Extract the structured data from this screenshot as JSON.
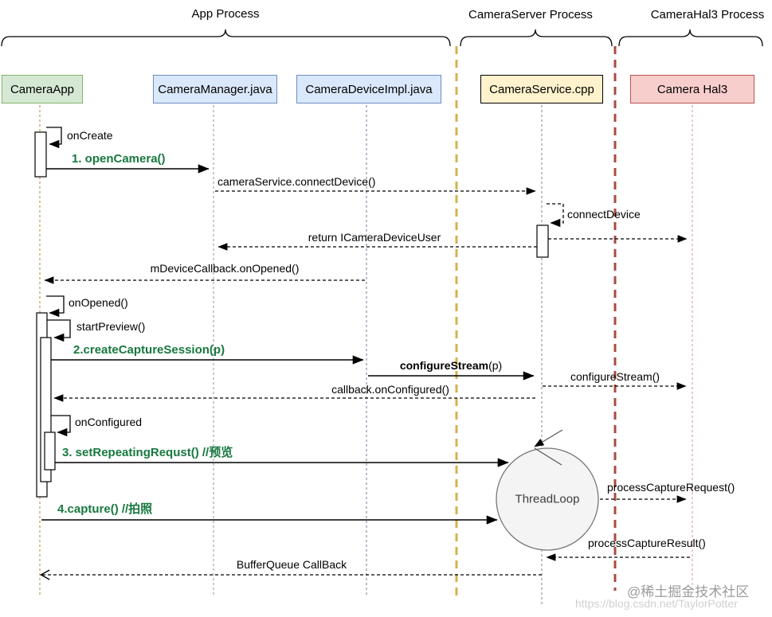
{
  "diagram": {
    "kind": "uml-sequence-diagram",
    "processes": [
      {
        "label": "App Process"
      },
      {
        "label": "CameraServer Process"
      },
      {
        "label": "CameraHal3 Process"
      }
    ],
    "participants": [
      {
        "label": "CameraApp",
        "fill": "#d5e8d4",
        "border": "#82b366"
      },
      {
        "label": "CameraManager.java",
        "fill": "#dae8fc",
        "border": "#6c8ebf"
      },
      {
        "label": "CameraDeviceImpl.java",
        "fill": "#dae8fc",
        "border": "#6c8ebf"
      },
      {
        "label": "CameraService.cpp",
        "fill": "#fff2cc",
        "border": "#000000"
      },
      {
        "label": "Camera Hal3",
        "fill": "#f8cecc",
        "border": "#b85450"
      }
    ],
    "messages": {
      "on_create": "onCreate",
      "open_camera": "1. openCamera()",
      "connect_device_call": "cameraService.connectDevice()",
      "connect_device_self": "connectDevice",
      "return_device_user": "return ICameraDeviceUser",
      "device_callback_on_opened": "mDeviceCallback.onOpened()",
      "on_opened": "onOpened()",
      "start_preview": "startPreview()",
      "create_capture_session": "2.createCaptureSession(p)",
      "configure_stream_main": "configureStream",
      "configure_stream_arg": "(p)",
      "configure_stream_hal": "configureStream()",
      "callback_on_configured": "callback.onConfigured()",
      "on_configured": "onConfigured",
      "set_repeating_request": "3. setRepeatingRequst() //预览",
      "capture": "4.capture() //拍照",
      "thread_loop": "ThreadLoop",
      "process_capture_request": "processCaptureRequest()",
      "process_capture_result": "processCaptureResult()",
      "buffer_queue_callback": "BufferQueue CallBack"
    },
    "colors": {
      "green_message": "#17793e",
      "app_server_boundary_yellow": "#d4b24e",
      "server_hal_boundary_red": "#a94b42",
      "thread_loop_fill": "#f4f4f4"
    },
    "watermark": {
      "community": "@稀土掘金技术社区",
      "url": "https://blog.csdn.net/TaylorPotter"
    }
  }
}
